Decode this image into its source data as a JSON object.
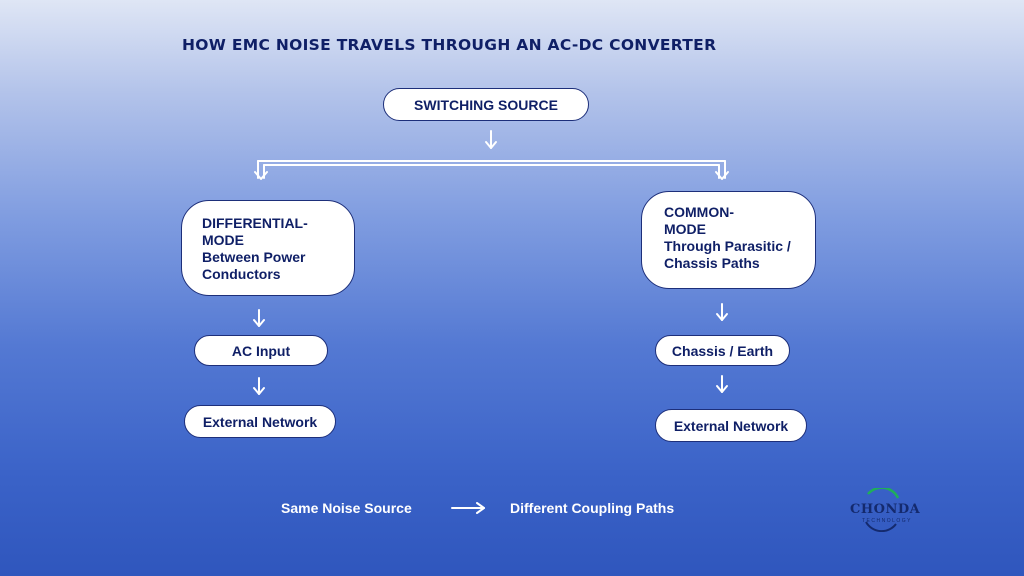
{
  "title": "HOW EMC NOISE TRAVELS  THROUGH AN AC-DC CONVERTER",
  "source": "SWITCHING SOURCE",
  "left": {
    "lines": [
      "DIFFERENTIAL-",
      "MODE",
      "Between Power",
      "Conductors"
    ],
    "step1": "AC Input",
    "step2": "External Network"
  },
  "right": {
    "lines": [
      "COMMON-",
      "MODE",
      "Through Parasitic /",
      "Chassis Paths"
    ],
    "step1": "Chassis / Earth",
    "step2": "External Network"
  },
  "footer": {
    "left": "Same Noise Source",
    "right": "Different Coupling Paths"
  },
  "logo": {
    "name": "CHONDA",
    "tagline": "TECHNOLOGY"
  },
  "colors": {
    "title": "#0f1f66",
    "node_border": "#1d2f7a",
    "connector": "#ffffff",
    "logo_green": "#1fae5a"
  }
}
